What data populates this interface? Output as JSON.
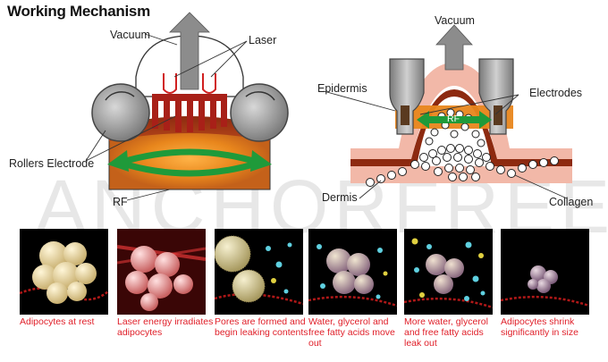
{
  "title": "Working Mechanism",
  "watermark": "ANCHORFREE",
  "left_diagram": {
    "labels": {
      "vacuum": "Vacuum",
      "laser": "Laser",
      "rollers_electrode": "Rollers Electrode",
      "rf": "RF"
    }
  },
  "right_diagram": {
    "labels": {
      "vacuum": "Vacuum",
      "epidermis": "Epidermis",
      "electrodes": "Electrodes",
      "rf": "RF",
      "dermis": "Dermis",
      "collagen": "Collagen"
    }
  },
  "steps": [
    {
      "caption": "Adipocytes at rest"
    },
    {
      "caption": "Laser energy irradiates adipocytes"
    },
    {
      "caption": "Pores are formed and begin leaking contents"
    },
    {
      "caption": "Water, glycerol and free fatty acids move out"
    },
    {
      "caption": "More water, glycerol and free fatty acids leak out"
    },
    {
      "caption": "Adipocytes shrink significantly in size"
    }
  ],
  "colors": {
    "skin_brown": "#b04a1c",
    "fat_orange": "#e8861c",
    "rf_green": "#1f9a3a",
    "roller_gray": "#9a9a9a",
    "caption_red": "#e0202a"
  }
}
